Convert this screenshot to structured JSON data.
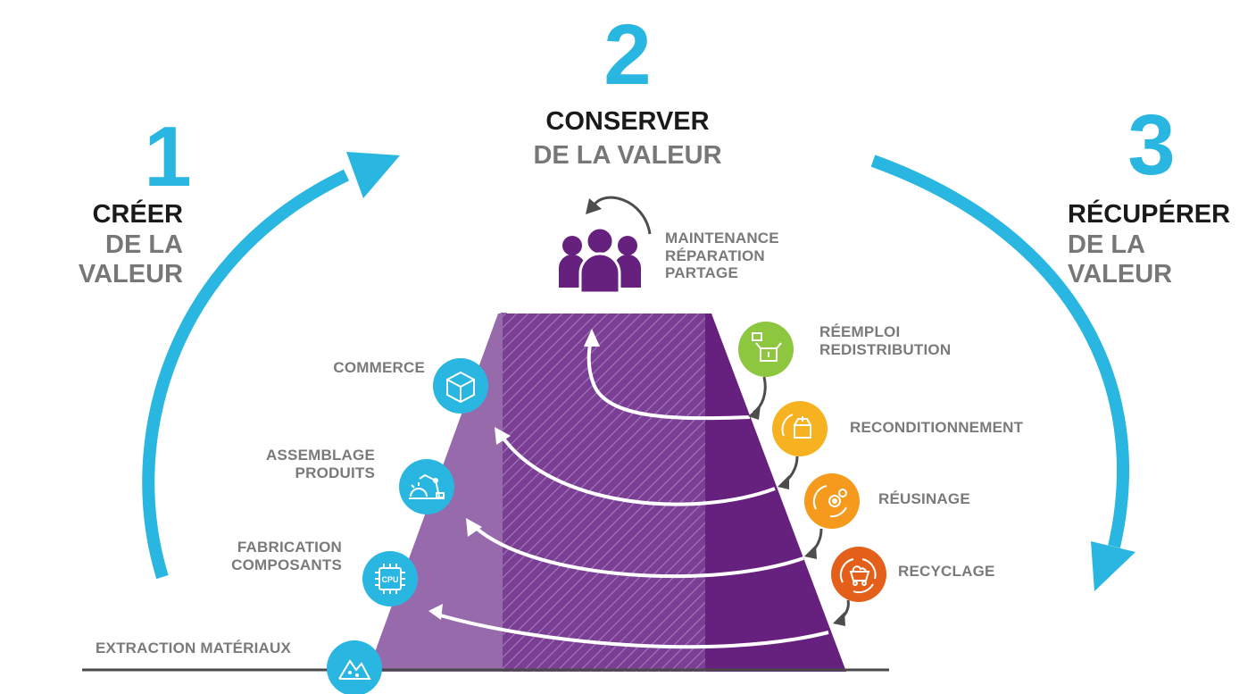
{
  "colors": {
    "blue": "#29b6e0",
    "purple_light": "#966aab",
    "purple_dark": "#66207e",
    "green": "#8dc63f",
    "yellow": "#f7b222",
    "orange": "#f59a1d",
    "dark_orange": "#e4601a",
    "grey_text": "#7a7a7a",
    "dark_text": "#1a1a1a"
  },
  "stages": {
    "create": {
      "number": "1",
      "title": "CRÉER",
      "subtitle": "DE LA VALEUR"
    },
    "conserve": {
      "number": "2",
      "title": "CONSERVER",
      "subtitle": "DE LA VALEUR"
    },
    "recover": {
      "number": "3",
      "title": "RÉCUPÉRER",
      "subtitle": "DE LA VALEUR"
    }
  },
  "top_activity": {
    "lines": [
      "MAINTENANCE",
      "RÉPARATION",
      "PARTAGE"
    ],
    "icon": "people-group-icon"
  },
  "left_steps": [
    {
      "lines": [
        "COMMERCE"
      ],
      "icon": "box-icon"
    },
    {
      "lines": [
        "ASSEMBLAGE",
        "PRODUITS"
      ],
      "icon": "robot-arm-icon"
    },
    {
      "lines": [
        "FABRICATION",
        "COMPOSANTS"
      ],
      "icon": "cpu-icon"
    },
    {
      "lines": [
        "EXTRACTION MATÉRIAUX"
      ],
      "icon": "mountain-icon"
    }
  ],
  "right_steps": [
    {
      "lines": [
        "RÉEMPLOI",
        "REDISTRIBUTION"
      ],
      "icon": "open-box-icon"
    },
    {
      "lines": [
        "RECONDITIONNEMENT"
      ],
      "icon": "refurbish-box-icon"
    },
    {
      "lines": [
        "RÉUSINAGE"
      ],
      "icon": "gears-cycle-icon"
    },
    {
      "lines": [
        "RECYCLAGE"
      ],
      "icon": "mine-cart-cycle-icon"
    }
  ],
  "cpu_icon_text": "CPU"
}
